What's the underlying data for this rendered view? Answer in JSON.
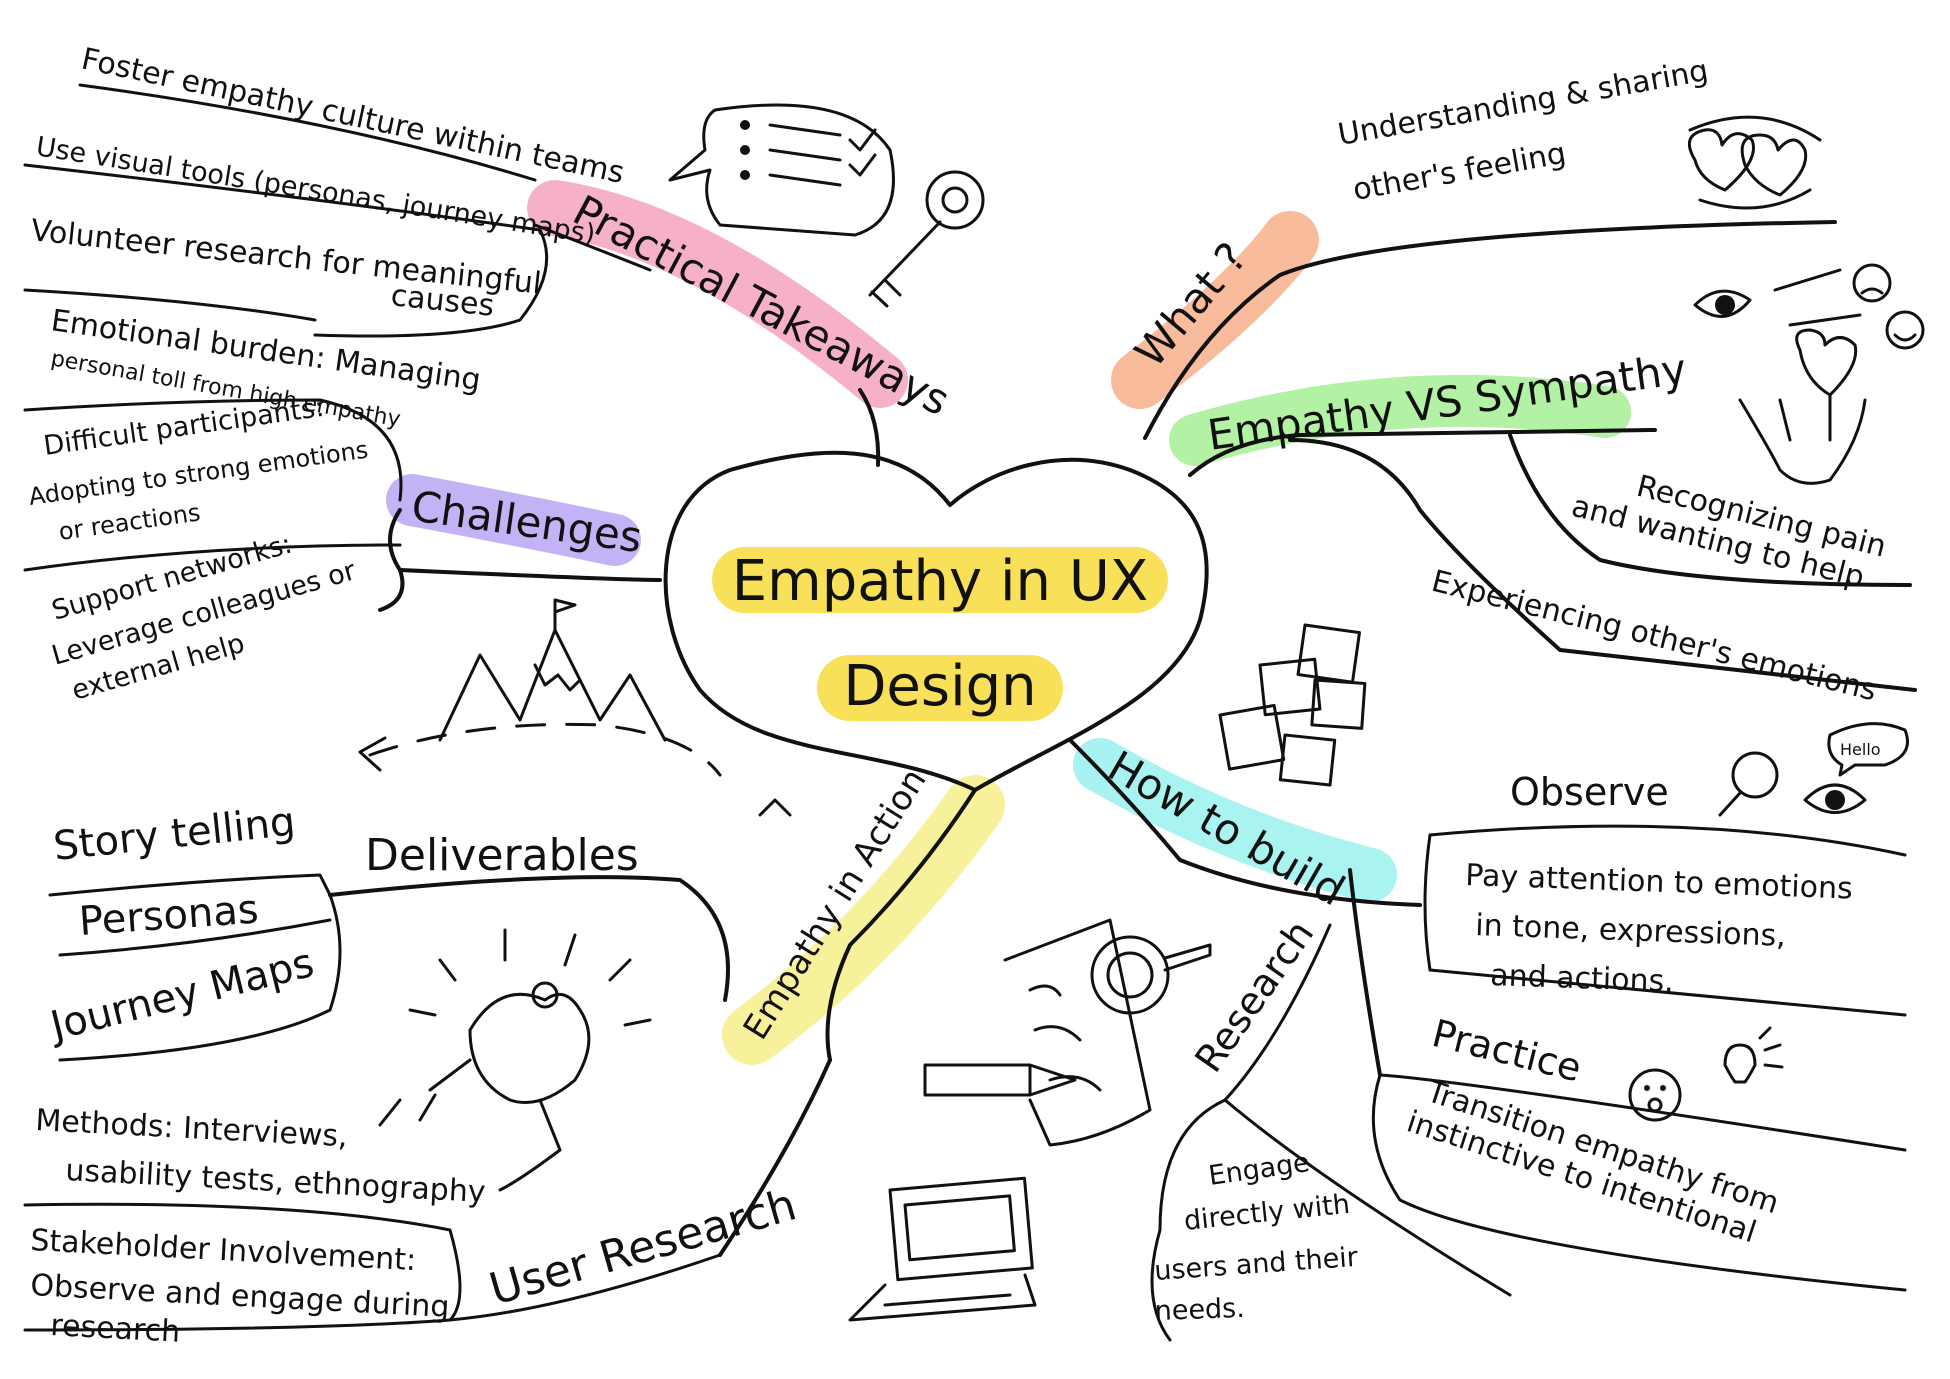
{
  "title": {
    "line1": "Empathy in UX",
    "line2": "Design"
  },
  "colors": {
    "practical": "#f4a3bf",
    "what": "#f7b08a",
    "vs": "#a6ef95",
    "challenges": "#b9a6f4",
    "how": "#9af1ef",
    "action": "#f7ef8a",
    "title": "#f7dc3c"
  },
  "branches": {
    "practical": {
      "label": "Practical Takeaways",
      "items": [
        "Foster empathy culture within teams",
        "Use visual tools (personas, journey maps)",
        "Volunteer research for meaningful",
        "causes"
      ]
    },
    "challenges": {
      "label": "Challenges",
      "items": [
        [
          "Emotional burden: Managing",
          "personal toll from high empathy"
        ],
        [
          "Difficult participants:",
          "Adopting to strong emotions",
          "or reactions"
        ],
        [
          "Support networks:",
          "Leverage colleagues or",
          "external help"
        ]
      ]
    },
    "what": {
      "label": "What ?",
      "items": [
        "Understanding & sharing",
        "other's feeling"
      ]
    },
    "vs": {
      "label": "Empathy VS Sympathy",
      "items": [
        "Recognizing pain",
        "and wanting to help",
        "Experiencing other's emotions"
      ]
    },
    "how": {
      "label": "How to build",
      "observe": {
        "label": "Observe",
        "text": [
          "Pay attention to emotions",
          "in tone, expressions,",
          "and actions."
        ]
      },
      "practice": {
        "label": "Practice",
        "text": [
          "Transition empathy from",
          "instinctive to intentional"
        ]
      },
      "research": {
        "label": "Research",
        "text": [
          "Engage",
          "directly with",
          "users and their",
          "needs."
        ]
      }
    },
    "action": {
      "label": "Empathy in Action",
      "deliverables": {
        "label": "Deliverables",
        "items": [
          "Story telling",
          "Personas",
          "Journey Maps"
        ]
      },
      "user_research": {
        "label": "User Research",
        "methods": [
          "Methods: Interviews,",
          "usability tests, ethnography"
        ],
        "stakeholder": [
          "Stakeholder Involvement:",
          "Observe and engage during",
          "research"
        ]
      }
    }
  },
  "bubble_hello": "Hello",
  "icons": [
    "chat-bubble-icon",
    "key-icon",
    "hearts-icon",
    "eye-icon",
    "sad-face-icon",
    "smile-face-icon",
    "hand-heart-icon",
    "sticky-notes-icon",
    "magnifier-icon",
    "speech-hello-icon",
    "surprised-face-icon",
    "lightbulb-icon",
    "document-magnifier-icon",
    "pencil-icon",
    "laptop-icon",
    "handshake-icon",
    "mountain-flag-icon"
  ]
}
